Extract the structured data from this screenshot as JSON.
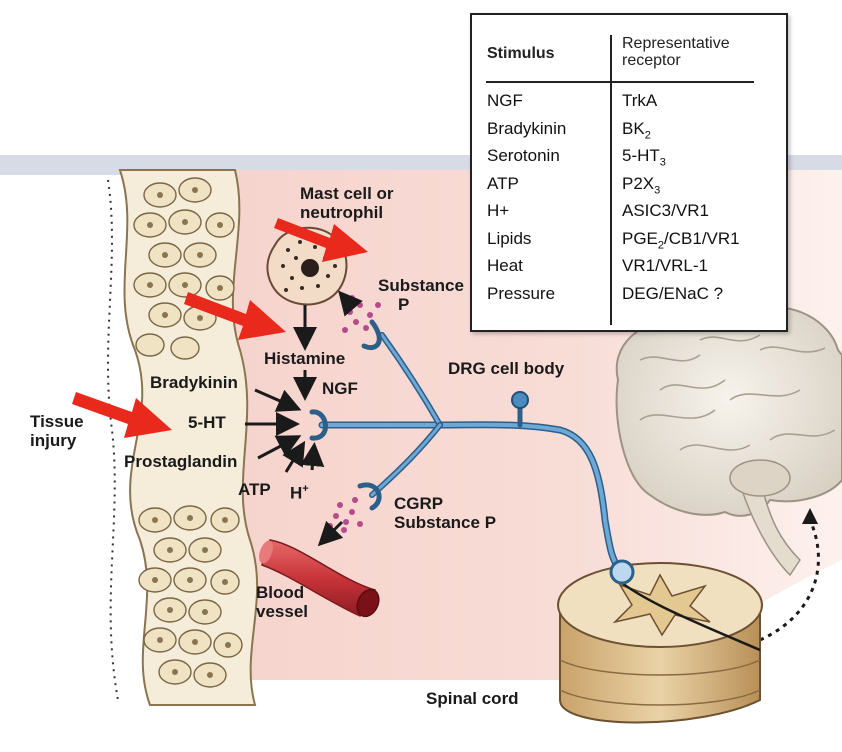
{
  "labels": {
    "mast_cell": "Mast cell or",
    "mast_cell_2": "neutrophil",
    "substance_p_top": "Substance",
    "substance_p_top_2": "P",
    "histamine": "Histamine",
    "ngf": "NGF",
    "bradykinin": "Bradykinin",
    "five_ht": "5-HT",
    "prostaglandin": "Prostaglandin",
    "atp": "ATP",
    "h_plus": "H",
    "h_plus_sup": "+",
    "tissue": "Tissue",
    "injury": "injury",
    "cgrp": "CGRP",
    "substance_p_bottom": "Substance P",
    "blood": "Blood",
    "vessel": "vessel",
    "drg": "DRG cell body",
    "spinal_cord": "Spinal cord"
  },
  "table": {
    "header_stimulus": "Stimulus",
    "header_receptor_1": "Representative",
    "header_receptor_2": "receptor",
    "rows": [
      {
        "stimulus": "NGF",
        "receptor": "TrkA",
        "receptor_sub": "",
        "receptor_tail": ""
      },
      {
        "stimulus": "Bradykinin",
        "receptor": "BK",
        "receptor_sub": "2",
        "receptor_tail": ""
      },
      {
        "stimulus": "Serotonin",
        "receptor": "5-HT",
        "receptor_sub": "3",
        "receptor_tail": ""
      },
      {
        "stimulus": "ATP",
        "receptor": "P2X",
        "receptor_sub": "3",
        "receptor_tail": ""
      },
      {
        "stimulus": "H+",
        "receptor": "ASIC3/VR1",
        "receptor_sub": "",
        "receptor_tail": ""
      },
      {
        "stimulus": "Lipids",
        "receptor": "PGE",
        "receptor_sub": "2",
        "receptor_tail": "/CB1/VR1"
      },
      {
        "stimulus": "Heat",
        "receptor": "VR1/VRL-1",
        "receptor_sub": "",
        "receptor_tail": ""
      },
      {
        "stimulus": "Pressure",
        "receptor": "DEG/ENaC ?",
        "receptor_sub": "",
        "receptor_tail": ""
      }
    ]
  },
  "colors": {
    "tissue_bg": "#f7d6cf",
    "nerve": "#4a8cbf",
    "highlight_arrow": "#e8291c",
    "vessel": "#c9343a",
    "spinal_cord": "#d8b98a",
    "brain": "#ede7dc"
  }
}
